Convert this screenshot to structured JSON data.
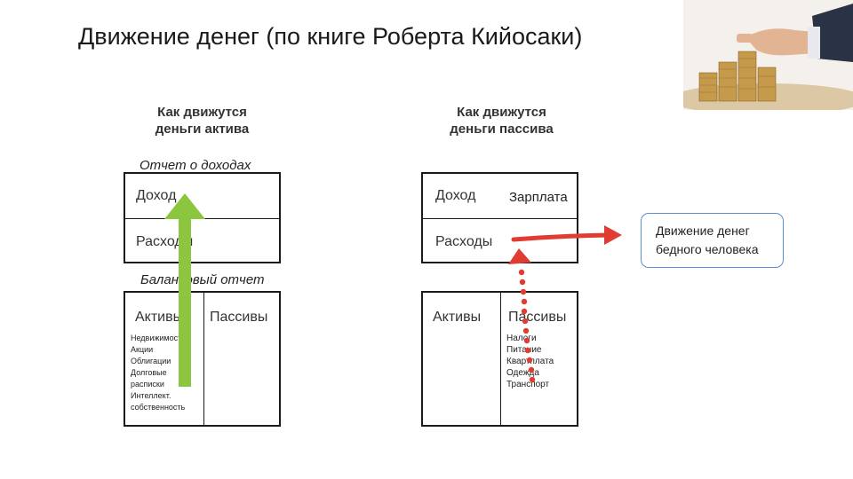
{
  "title": "Движение денег (по книге Роберта Кийосаки)",
  "asset_side": {
    "heading_line1": "Как движутся",
    "heading_line2": "деньги актива",
    "income_statement_label": "Отчет о доходах",
    "income_label": "Доход",
    "expenses_label": "Расходы",
    "balance_label": "Балансовый отчет",
    "assets_label": "Активы",
    "liabilities_label": "Пассивы",
    "assets_items": [
      "Недвижимость",
      "Акции",
      "Облигации",
      "Долговые",
      "расписки",
      "Интеллект.",
      "собственность"
    ]
  },
  "liability_side": {
    "heading_line1": "Как движутся",
    "heading_line2": "деньги пассива",
    "income_label": "Доход",
    "salary_label": "Зарплата",
    "expenses_label": "Расходы",
    "assets_label": "Активы",
    "liabilities_label": "Пассивы",
    "liabilities_items": [
      "Налоги",
      "Питание",
      "Квартплата",
      "Одежда",
      "Транспорт"
    ]
  },
  "callout": {
    "line1": "Движение денег",
    "line2": "бедного человека"
  },
  "colors": {
    "green_arrow": "#8cc63f",
    "red_arrow": "#e03c31",
    "callout_border": "#5b8ed6"
  },
  "decor": {
    "photo": "hand-stacking-coins-photo"
  }
}
